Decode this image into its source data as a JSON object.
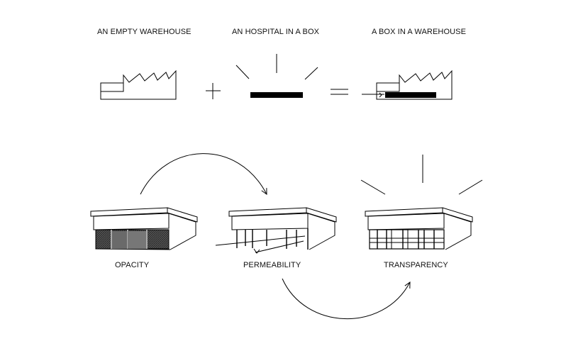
{
  "top_labels": {
    "warehouse": "AN EMPTY WAREHOUSE",
    "hospital": "AN HOSPITAL IN A BOX",
    "box_in_warehouse": "A BOX IN A WAREHOUSE"
  },
  "operators": {
    "plus": "+",
    "equals": "="
  },
  "bottom_labels": {
    "opacity": "OPACITY",
    "permeability": "PERMEABILITY",
    "transparency": "TRANSPARENCY"
  }
}
